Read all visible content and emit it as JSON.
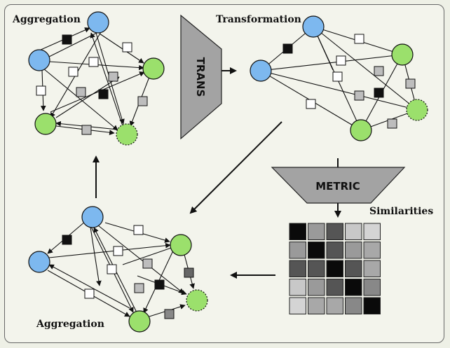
{
  "labels": {
    "aggregation_top": "Aggregation",
    "transformation": "Transformation",
    "aggregation_bottom": "Aggregation",
    "similarities": "Similarities",
    "trans": "TRANS",
    "metric": "METRIC"
  },
  "colors": {
    "blue_node": "#7db8ef",
    "green_node": "#9be06c",
    "trapezoid": "#a3a3a3",
    "background": "#f3f4ec",
    "edge": "#111111"
  },
  "similarity_matrix": [
    [
      "#0a0a0a",
      "#9a9a9a",
      "#555555",
      "#c8c8c8",
      "#d4d4d4"
    ],
    [
      "#9a9a9a",
      "#0a0a0a",
      "#555555",
      "#9a9a9a",
      "#a8a8a8"
    ],
    [
      "#555555",
      "#555555",
      "#0a0a0a",
      "#555555",
      "#a8a8a8"
    ],
    [
      "#c8c8c8",
      "#9a9a9a",
      "#555555",
      "#0a0a0a",
      "#888888"
    ],
    [
      "#d4d4d4",
      "#a8a8a8",
      "#a8a8a8",
      "#888888",
      "#0a0a0a"
    ]
  ]
}
